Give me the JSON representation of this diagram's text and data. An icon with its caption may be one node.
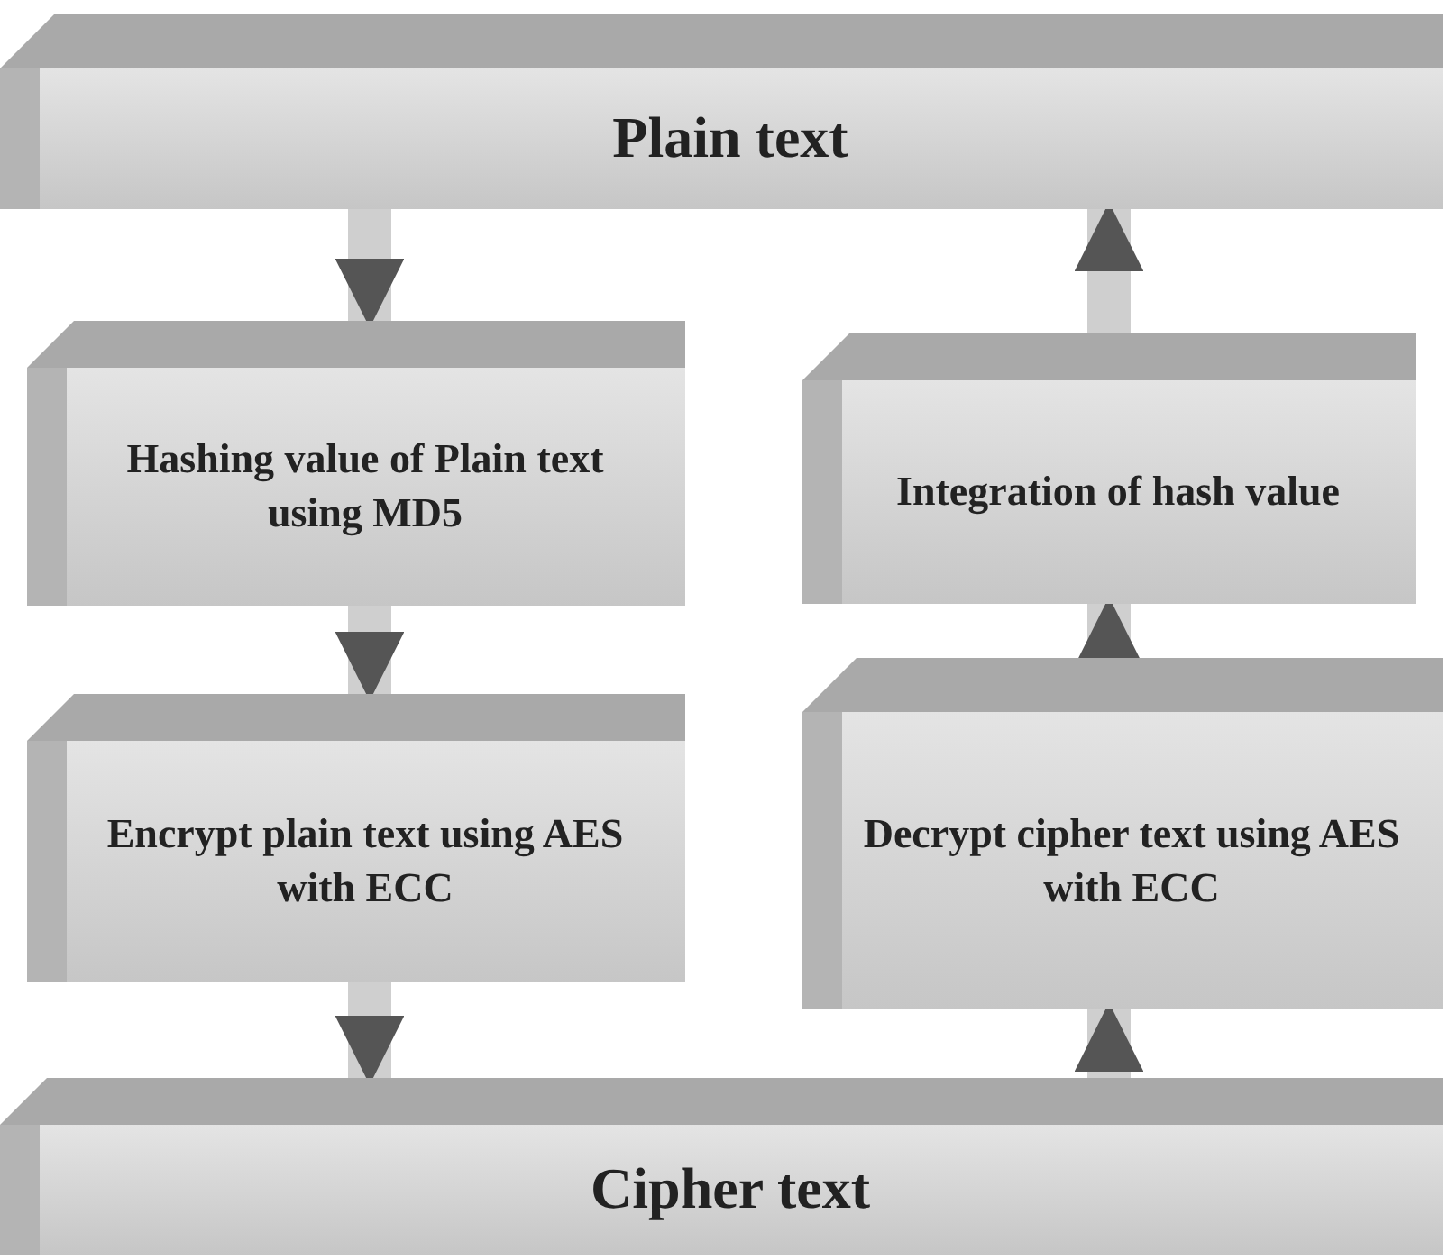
{
  "diagram": {
    "nodes": [
      {
        "text": [
          "Plain text"
        ]
      },
      {
        "text": [
          "Hashing value of Plain text using MD5"
        ]
      },
      {
        "text": [
          "Integration of hash value"
        ]
      },
      {
        "text": [
          "Encrypt plain text using AES with ECC"
        ]
      },
      {
        "text": [
          "Decrypt cipher text using AES with ECC"
        ]
      },
      {
        "text": [
          "Cipher text"
        ]
      }
    ],
    "edges": [
      {
        "from": 0,
        "to": 1,
        "arrow": "to"
      },
      {
        "from": 1,
        "to": 3,
        "arrow": "to"
      },
      {
        "from": 3,
        "to": 5,
        "arrow": "to"
      },
      {
        "from": 5,
        "to": 4,
        "arrow": "to"
      },
      {
        "from": 4,
        "to": 2,
        "arrow": "to"
      },
      {
        "from": 2,
        "to": 0,
        "arrow": "to"
      }
    ]
  }
}
